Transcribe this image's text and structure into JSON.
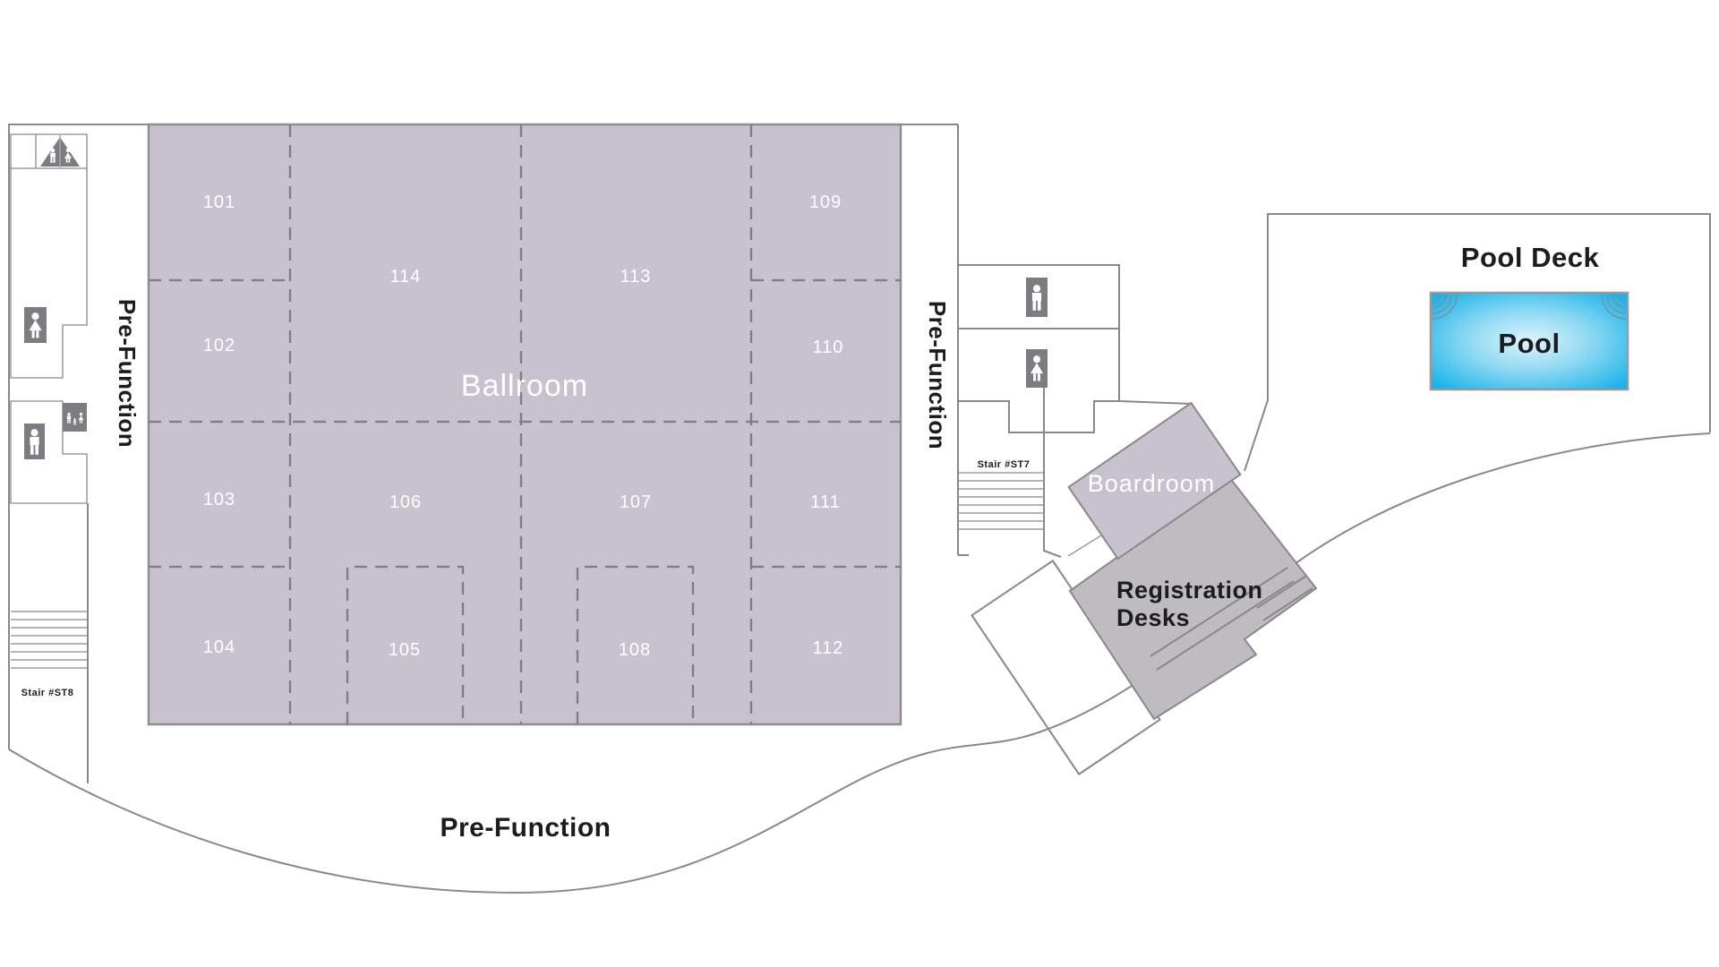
{
  "areas": {
    "ballroom": "Ballroom",
    "boardroom": "Boardroom",
    "registration_line1": "Registration",
    "registration_line2": "Desks",
    "pool_deck": "Pool Deck",
    "pool": "Pool",
    "pre_function_left": "Pre-Function",
    "pre_function_right": "Pre-Function",
    "pre_function_bottom": "Pre-Function"
  },
  "rooms": [
    "101",
    "102",
    "103",
    "104",
    "105",
    "106",
    "107",
    "108",
    "109",
    "110",
    "111",
    "112",
    "113",
    "114"
  ],
  "stairs": {
    "st8": "Stair #ST8",
    "st7": "Stair #ST7"
  },
  "icons": {
    "left_triangle_sign": "men-women-restroom-triangle-icon",
    "left_upper_box": "women-restroom-icon",
    "left_lower_box": "men-restroom-icon",
    "left_family_box": "family-restroom-icon",
    "right_upper_box": "men-restroom-icon",
    "right_lower_box": "women-restroom-icon"
  },
  "colors": {
    "room_fill": "#c8c1ce",
    "utility_gray": "#b9b6bb",
    "icon_box_gray": "#7e7c81",
    "registration_gray": "#bebcc0",
    "outline_gray": "#8a878d",
    "pool_edge": "#12b1e9",
    "pool_mid": "#8fd9f3",
    "pool_center": "#dff4fc",
    "label_dark": "#1c1b1d",
    "label_light": "#ffffff"
  }
}
